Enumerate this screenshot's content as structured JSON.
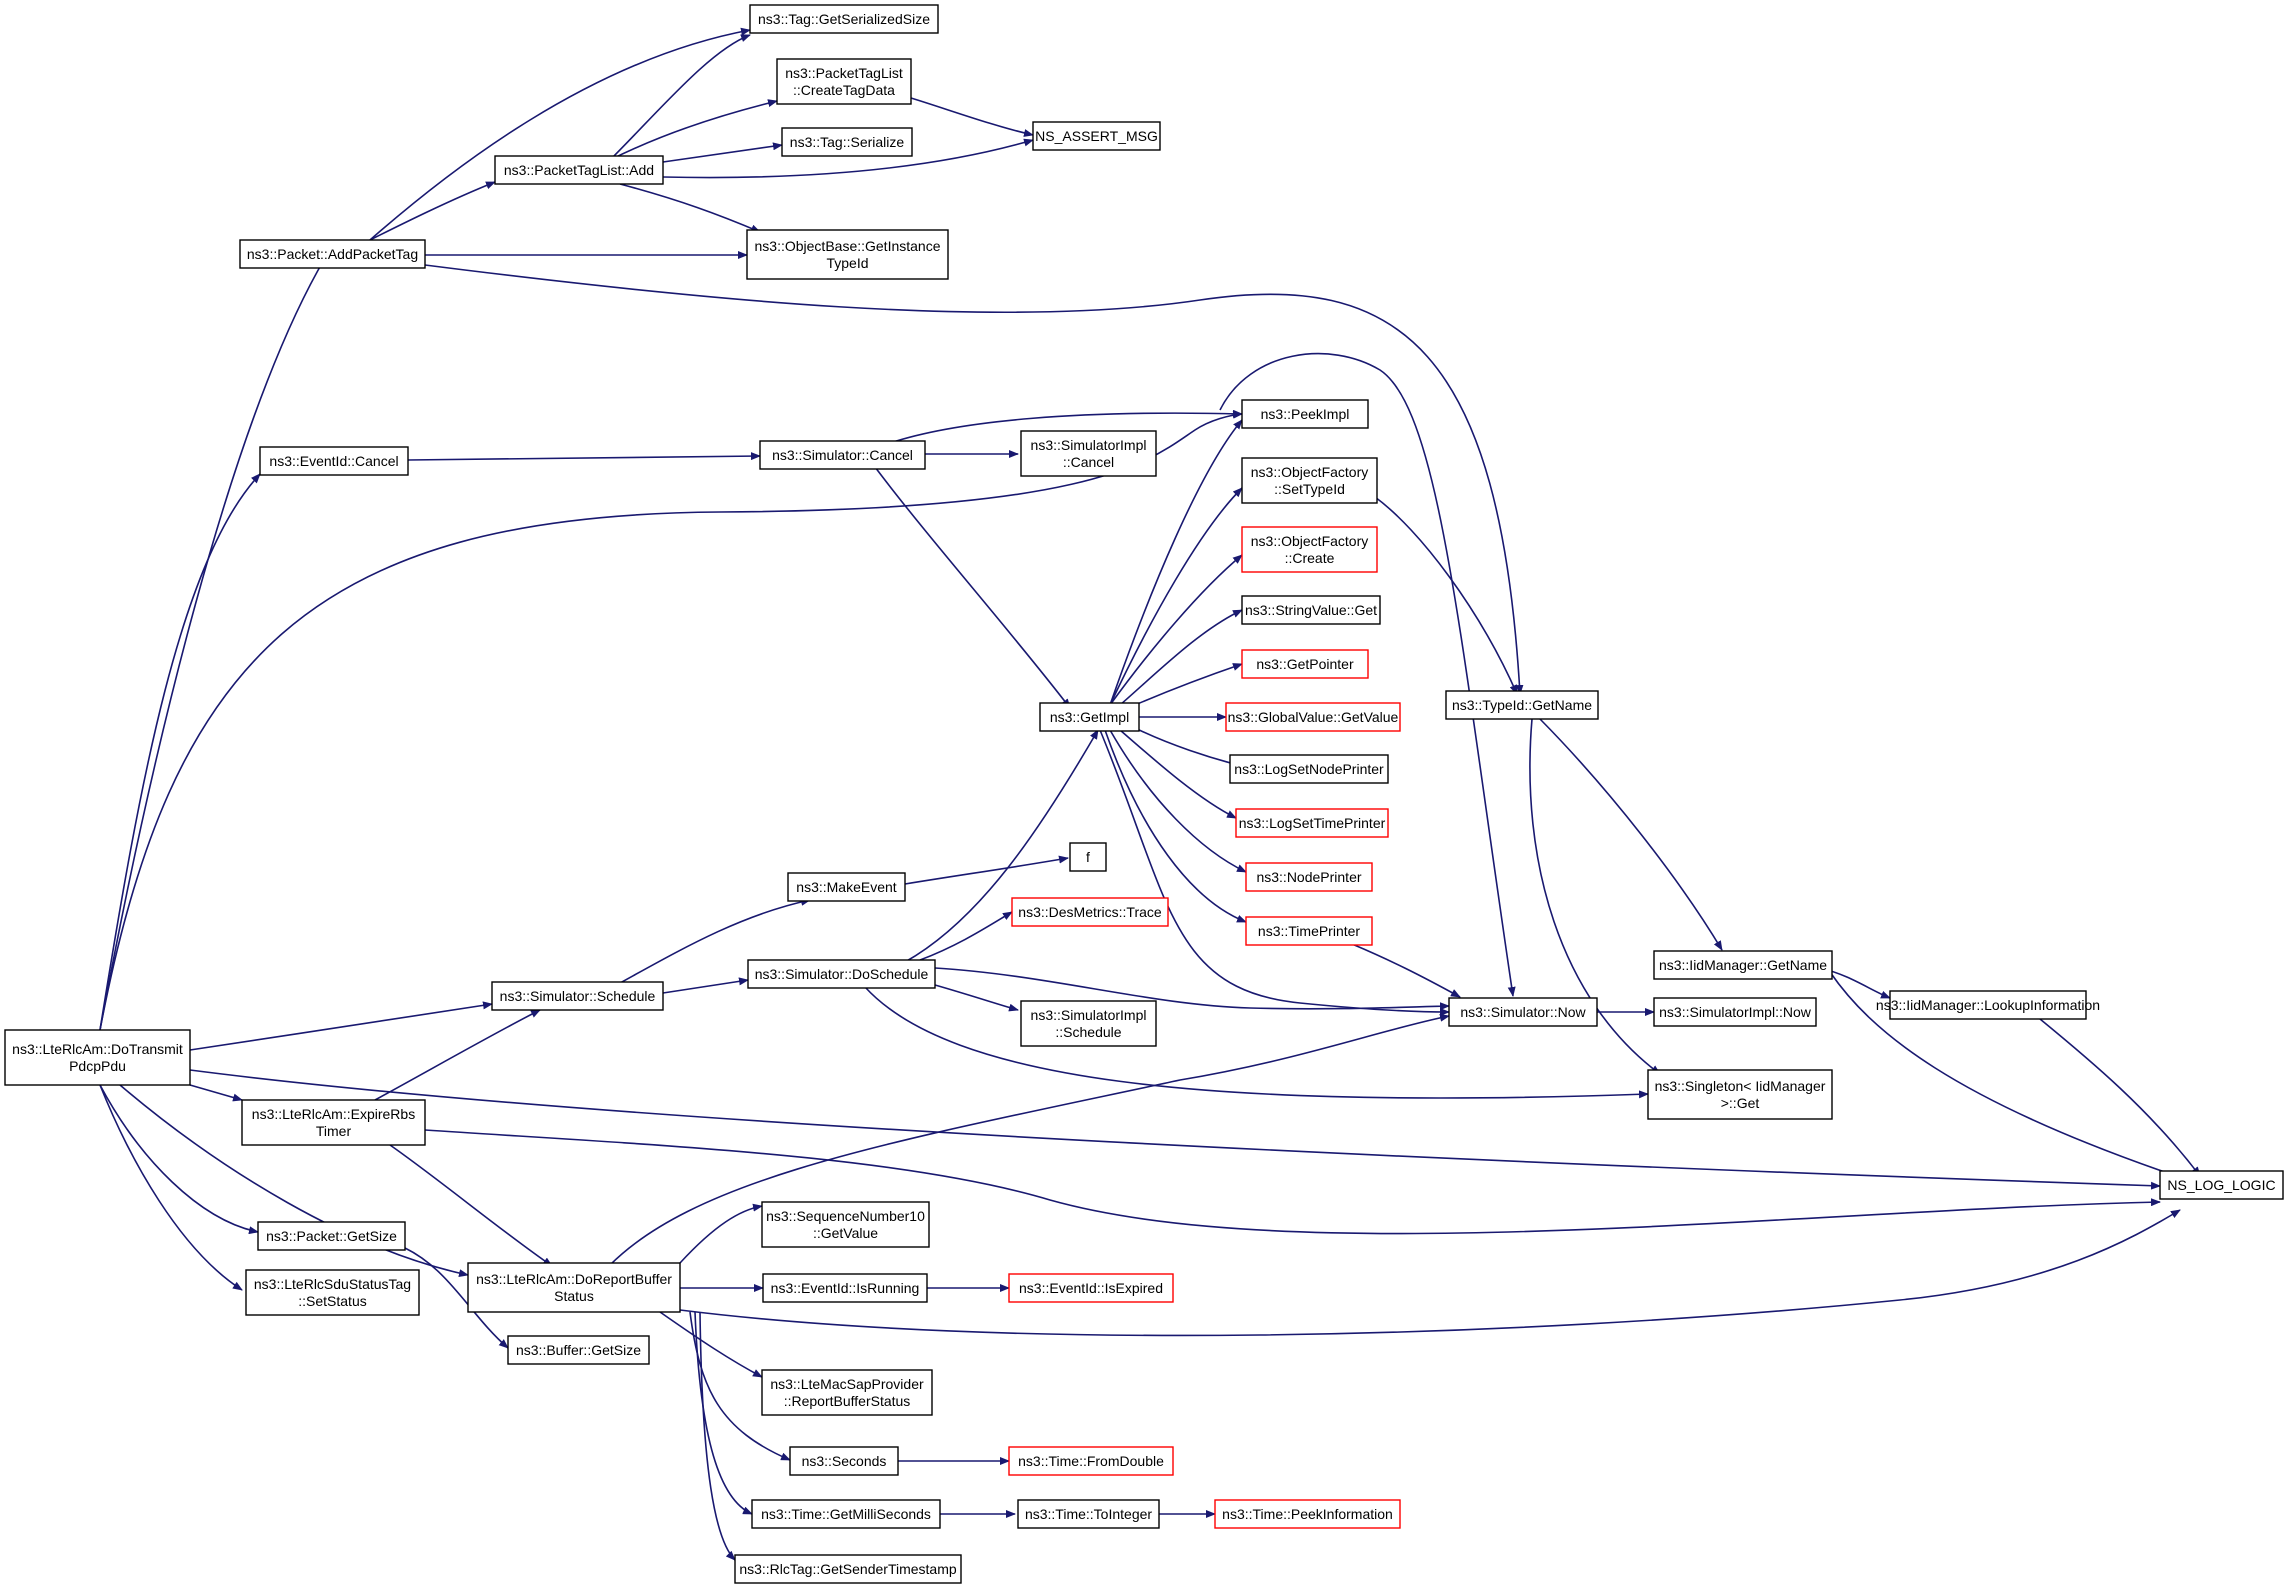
{
  "colors": {
    "edge": "#191970",
    "node_border": "#000000",
    "node_border_truncated": "#ff0000",
    "node_fill": "#ffffff",
    "root_fill": "#bfbfbf"
  },
  "nodes": [
    {
      "id": "root",
      "lines": [
        "ns3::LteRlcAm::DoTransmit",
        "PdcpPdu"
      ],
      "root": true
    },
    {
      "id": "addpackettag",
      "lines": [
        "ns3::Packet::AddPacketTag"
      ]
    },
    {
      "id": "eventcancel",
      "lines": [
        "ns3::EventId::Cancel"
      ]
    },
    {
      "id": "schedule",
      "lines": [
        "ns3::Simulator::Schedule"
      ]
    },
    {
      "id": "expirerbs",
      "lines": [
        "ns3::LteRlcAm::ExpireRbs",
        "Timer"
      ]
    },
    {
      "id": "getsize",
      "lines": [
        "ns3::Packet::GetSize"
      ]
    },
    {
      "id": "setstatus",
      "lines": [
        "ns3::LteRlcSduStatusTag",
        "::SetStatus"
      ]
    },
    {
      "id": "doreport",
      "lines": [
        "ns3::LteRlcAm::DoReportBuffer",
        "Status"
      ]
    },
    {
      "id": "buffergetsize",
      "lines": [
        "ns3::Buffer::GetSize"
      ]
    },
    {
      "id": "tagserialsize",
      "lines": [
        "ns3::Tag::GetSerializedSize"
      ]
    },
    {
      "id": "createtagdata",
      "lines": [
        "ns3::PacketTagList",
        "::CreateTagData"
      ]
    },
    {
      "id": "ptladd",
      "lines": [
        "ns3::PacketTagList::Add"
      ]
    },
    {
      "id": "tagserialize",
      "lines": [
        "ns3::Tag::Serialize"
      ]
    },
    {
      "id": "getinstance",
      "lines": [
        "ns3::ObjectBase::GetInstance",
        "TypeId"
      ]
    },
    {
      "id": "assertmsg",
      "lines": [
        "NS_ASSERT_MSG"
      ]
    },
    {
      "id": "simcancel",
      "lines": [
        "ns3::Simulator::Cancel"
      ]
    },
    {
      "id": "implcancel",
      "lines": [
        "ns3::SimulatorImpl",
        "::Cancel"
      ]
    },
    {
      "id": "makeevent",
      "lines": [
        "ns3::MakeEvent"
      ]
    },
    {
      "id": "doschedule",
      "lines": [
        "ns3::Simulator::DoSchedule"
      ]
    },
    {
      "id": "implschedule",
      "lines": [
        "ns3::SimulatorImpl",
        "::Schedule"
      ]
    },
    {
      "id": "getimpl",
      "lines": [
        "ns3::GetImpl"
      ]
    },
    {
      "id": "f",
      "lines": [
        "f"
      ]
    },
    {
      "id": "destrace",
      "lines": [
        "ns3::DesMetrics::Trace"
      ],
      "truncated": true
    },
    {
      "id": "peekimpl",
      "lines": [
        "ns3::PeekImpl"
      ]
    },
    {
      "id": "settypeid",
      "lines": [
        "ns3::ObjectFactory",
        "::SetTypeId"
      ]
    },
    {
      "id": "ofcreate",
      "lines": [
        "ns3::ObjectFactory",
        "::Create"
      ],
      "truncated": true
    },
    {
      "id": "stringget",
      "lines": [
        "ns3::StringValue::Get"
      ]
    },
    {
      "id": "getpointer",
      "lines": [
        "ns3::GetPointer"
      ],
      "truncated": true
    },
    {
      "id": "globalget",
      "lines": [
        "ns3::GlobalValue::GetValue"
      ],
      "truncated": true
    },
    {
      "id": "lognodeprinter",
      "lines": [
        "ns3::LogSetNodePrinter"
      ]
    },
    {
      "id": "logtimeprinter",
      "lines": [
        "ns3::LogSetTimePrinter"
      ],
      "truncated": true
    },
    {
      "id": "nodeprinter",
      "lines": [
        "ns3::NodePrinter"
      ],
      "truncated": true
    },
    {
      "id": "timeprinter",
      "lines": [
        "ns3::TimePrinter"
      ],
      "truncated": true
    },
    {
      "id": "simnow",
      "lines": [
        "ns3::Simulator::Now"
      ]
    },
    {
      "id": "implnow",
      "lines": [
        "ns3::SimulatorImpl::Now"
      ]
    },
    {
      "id": "typeidgetname",
      "lines": [
        "ns3::TypeId::GetName"
      ]
    },
    {
      "id": "iidgetname",
      "lines": [
        "ns3::IidManager::GetName"
      ]
    },
    {
      "id": "lookupinfo",
      "lines": [
        "ns3::IidManager::LookupInformation"
      ]
    },
    {
      "id": "singletonget",
      "lines": [
        "ns3::Singleton< IidManager",
        ">::Get"
      ]
    },
    {
      "id": "nslog",
      "lines": [
        "NS_LOG_LOGIC"
      ]
    },
    {
      "id": "seqgetvalue",
      "lines": [
        "ns3::SequenceNumber10",
        "::GetValue"
      ]
    },
    {
      "id": "isrunning",
      "lines": [
        "ns3::EventId::IsRunning"
      ]
    },
    {
      "id": "isexpired",
      "lines": [
        "ns3::EventId::IsExpired"
      ],
      "truncated": true
    },
    {
      "id": "reportbuffer",
      "lines": [
        "ns3::LteMacSapProvider",
        "::ReportBufferStatus"
      ]
    },
    {
      "id": "seconds",
      "lines": [
        "ns3::Seconds"
      ]
    },
    {
      "id": "fromdouble",
      "lines": [
        "ns3::Time::FromDouble"
      ],
      "truncated": true
    },
    {
      "id": "getmilli",
      "lines": [
        "ns3::Time::GetMilliSeconds"
      ]
    },
    {
      "id": "tointeger",
      "lines": [
        "ns3::Time::ToInteger"
      ]
    },
    {
      "id": "peekinfo",
      "lines": [
        "ns3::Time::PeekInformation"
      ],
      "truncated": true
    },
    {
      "id": "sendertimestamp",
      "lines": [
        "ns3::RlcTag::GetSenderTimestamp"
      ]
    }
  ]
}
